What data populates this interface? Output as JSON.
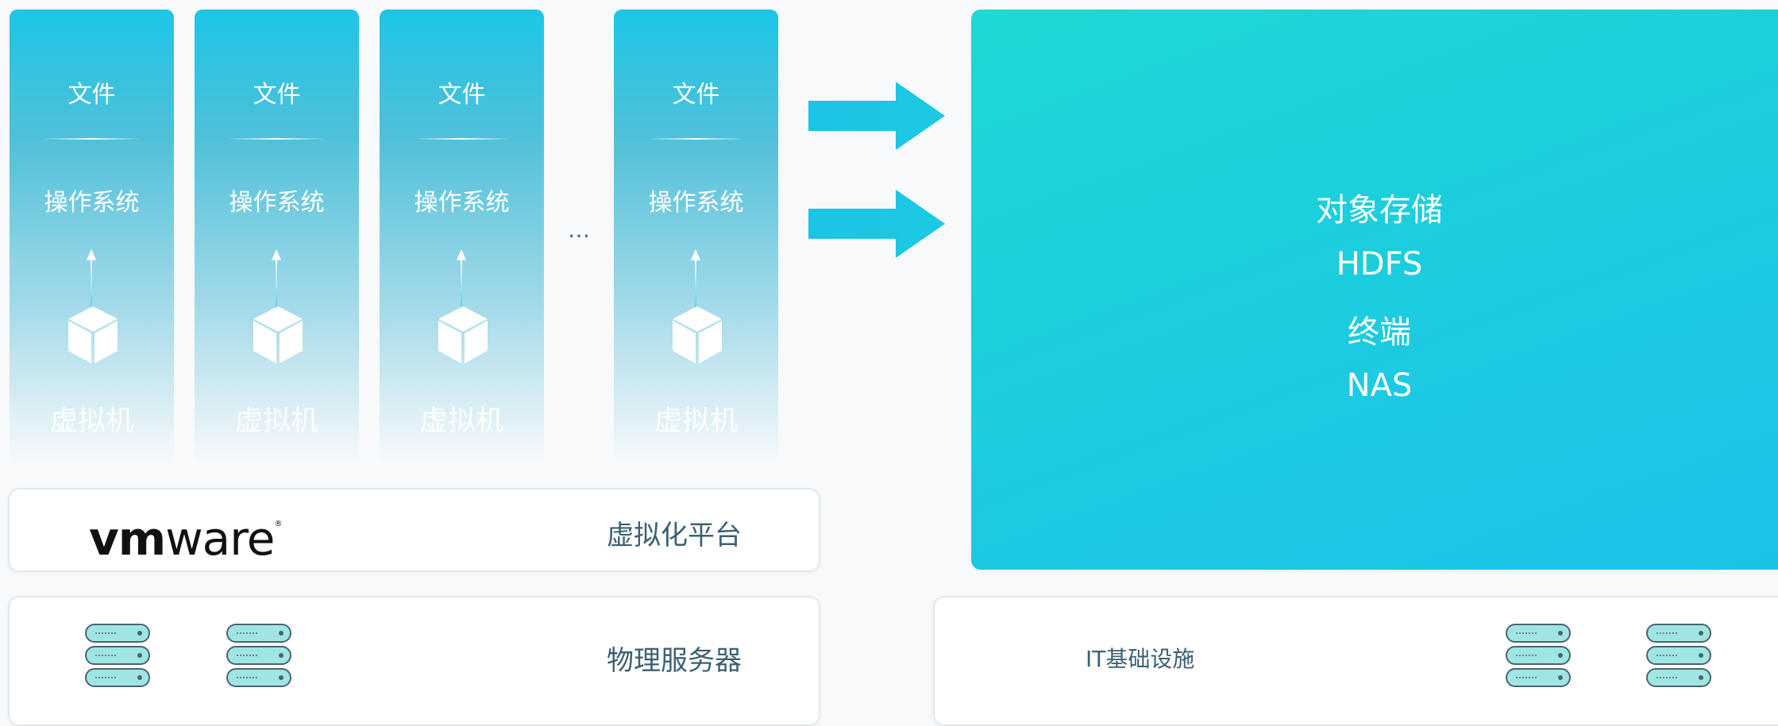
{
  "vm_columns": [
    {
      "file": "文件",
      "os": "操作系统",
      "vm": "虚拟机"
    },
    {
      "file": "文件",
      "os": "操作系统",
      "vm": "虚拟机"
    },
    {
      "file": "文件",
      "os": "操作系统",
      "vm": "虚拟机"
    },
    {
      "file": "文件",
      "os": "操作系统",
      "vm": "虚拟机"
    }
  ],
  "ellipsis": "…",
  "storage": {
    "items": [
      "对象存储",
      "HDFS",
      "终端",
      "NAS"
    ]
  },
  "virtualization": {
    "logo_vm": "vm",
    "logo_ware": "ware",
    "logo_reg": "®",
    "label": "虚拟化平台"
  },
  "physical": {
    "label": "物理服务器"
  },
  "infra": {
    "label": "IT基础设施"
  },
  "colors": {
    "accent": "#1cc6e6",
    "storage": "#1dd3da",
    "server_fill": "#9fe6e2",
    "text_dark": "#3c6073"
  },
  "icons": {
    "cube": "cube-icon",
    "arrow_up": "arrow-up-icon",
    "arrow_right": "arrow-right-icon",
    "server": "server-icon"
  }
}
